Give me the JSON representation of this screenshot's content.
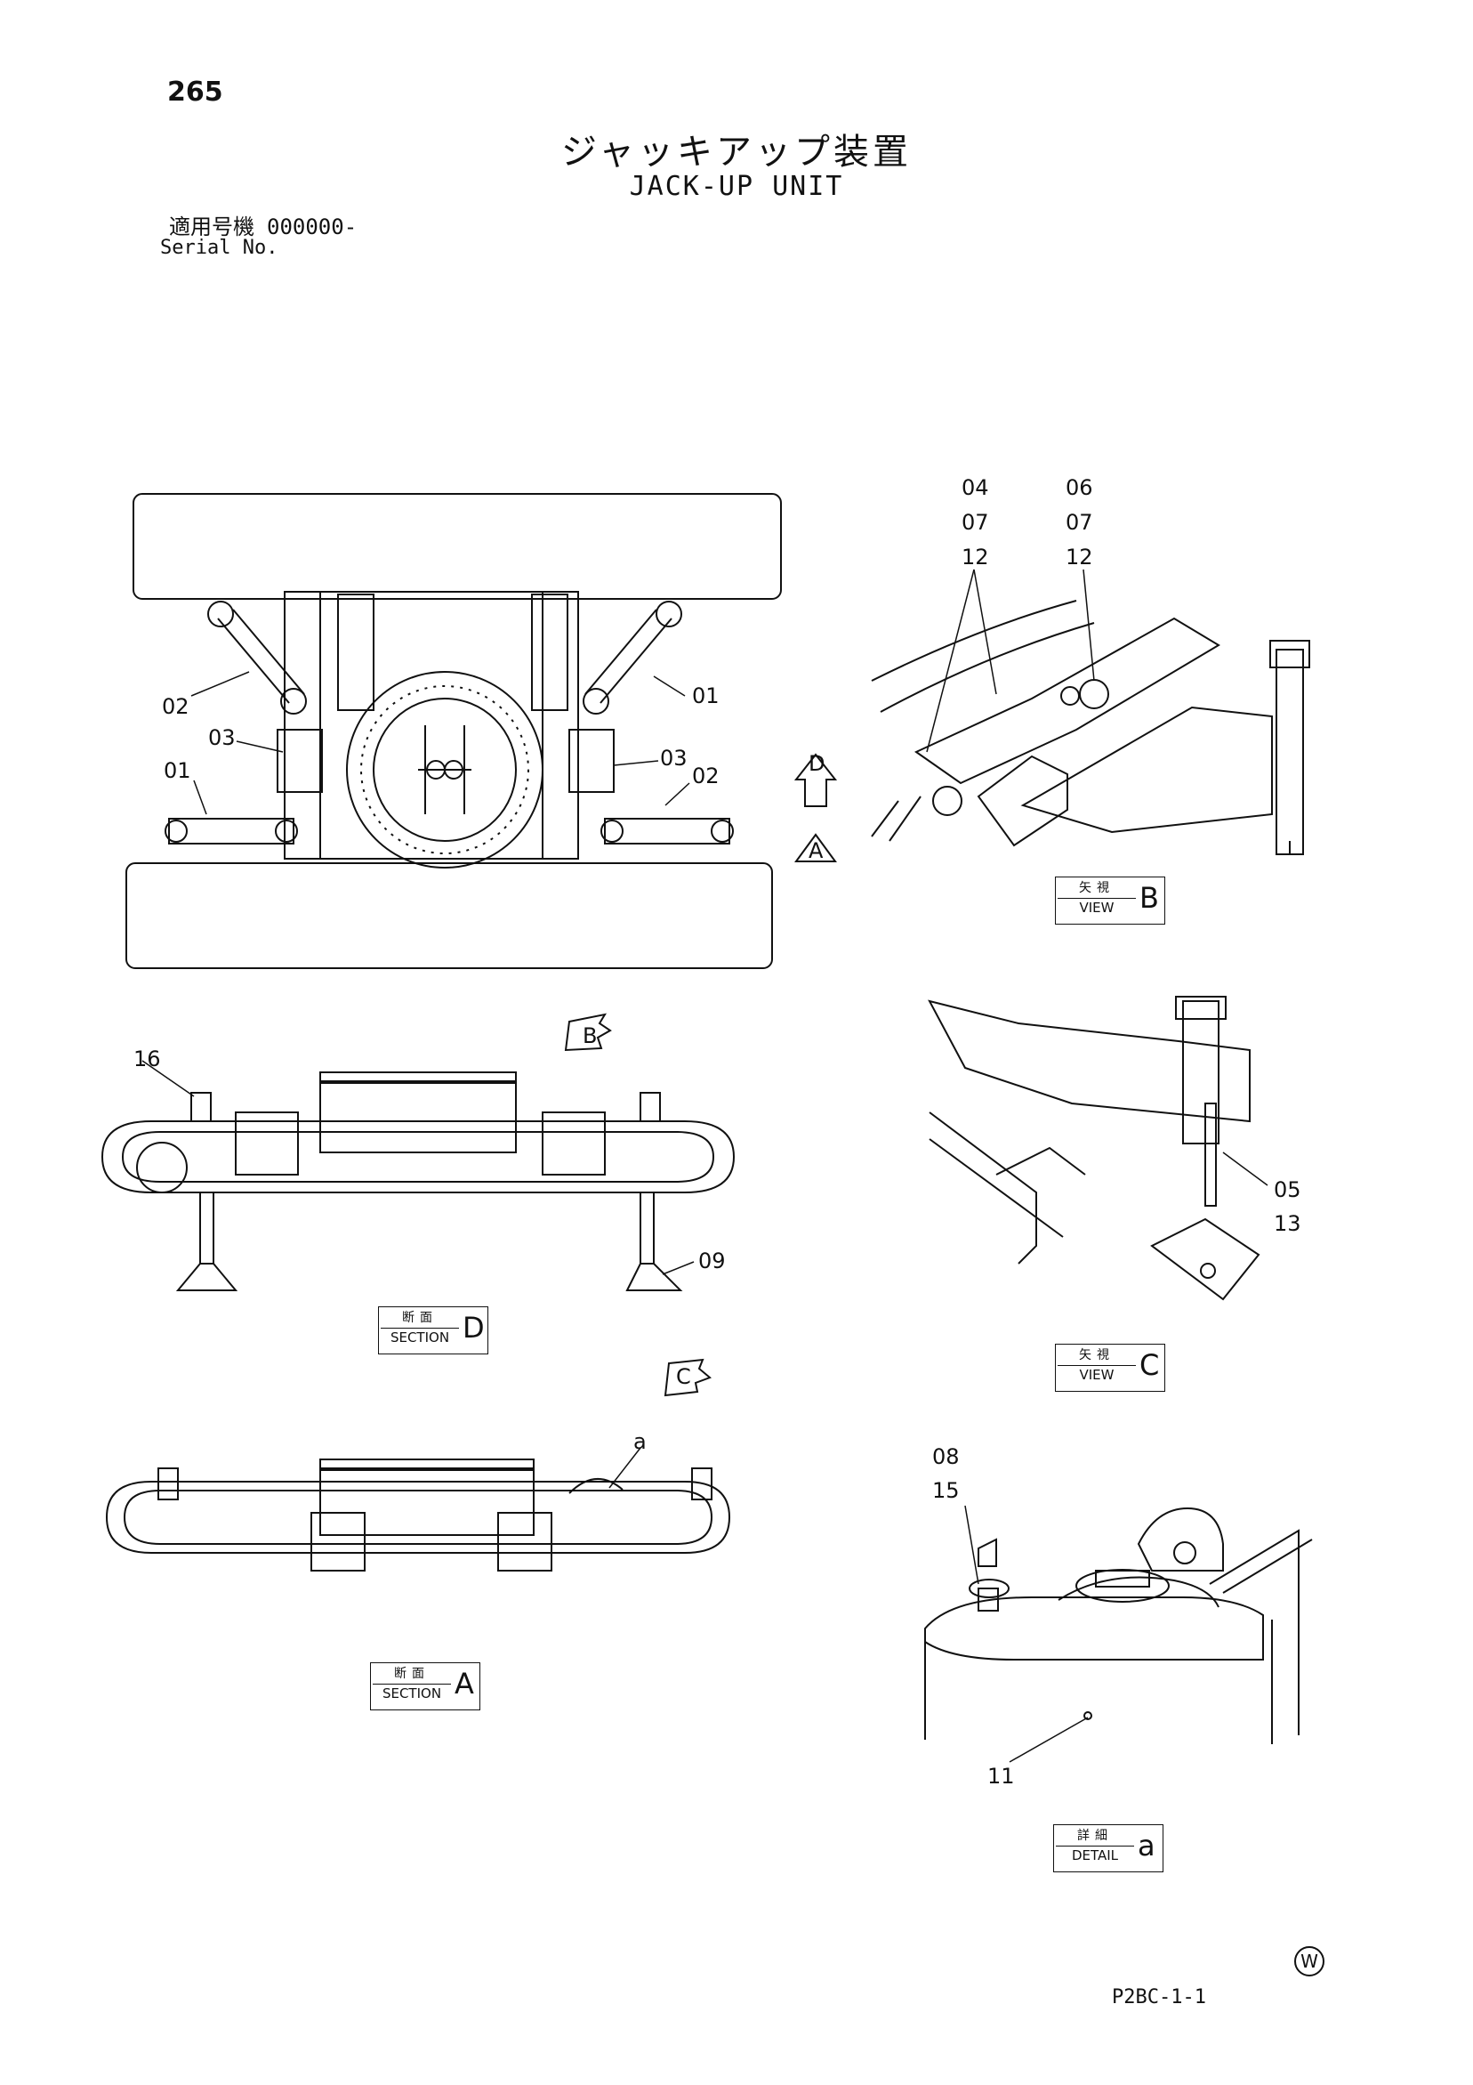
{
  "page_number": "265",
  "title_jp": "ジャッキアップ装置",
  "title_en": "JACK-UP UNIT",
  "serial": {
    "label_jp": "適用号機",
    "number": "000000-",
    "label_en": "Serial No."
  },
  "callouts": {
    "top_view": {
      "c1": "02",
      "c2": "03",
      "c3": "01",
      "c4": "01",
      "c5": "03",
      "c6": "02"
    },
    "arrows": {
      "a": "A",
      "b": "B",
      "c": "C",
      "d": "D"
    },
    "view_b": {
      "c1": "04",
      "c2": "07",
      "c3": "12",
      "c4": "06",
      "c5": "07",
      "c6": "12"
    },
    "section_d": {
      "c1": "16",
      "c2": "09"
    },
    "view_c": {
      "c1": "05",
      "c2": "13"
    },
    "section_a": {
      "c1": "a"
    },
    "detail_a": {
      "c1": "08",
      "c2": "15",
      "c3": "11"
    }
  },
  "tags": {
    "view_b": {
      "jp": "矢視",
      "en": "VIEW",
      "letter": "B"
    },
    "section_d": {
      "jp": "断面",
      "en": "SECTION",
      "letter": "D"
    },
    "view_c": {
      "jp": "矢視",
      "en": "VIEW",
      "letter": "C"
    },
    "section_a": {
      "jp": "断面",
      "en": "SECTION",
      "letter": "A"
    },
    "detail_a": {
      "jp": "詳細",
      "en": "DETAIL",
      "letter": "a"
    }
  },
  "footer": {
    "code": "P2BC-1-1",
    "mark": "W"
  }
}
